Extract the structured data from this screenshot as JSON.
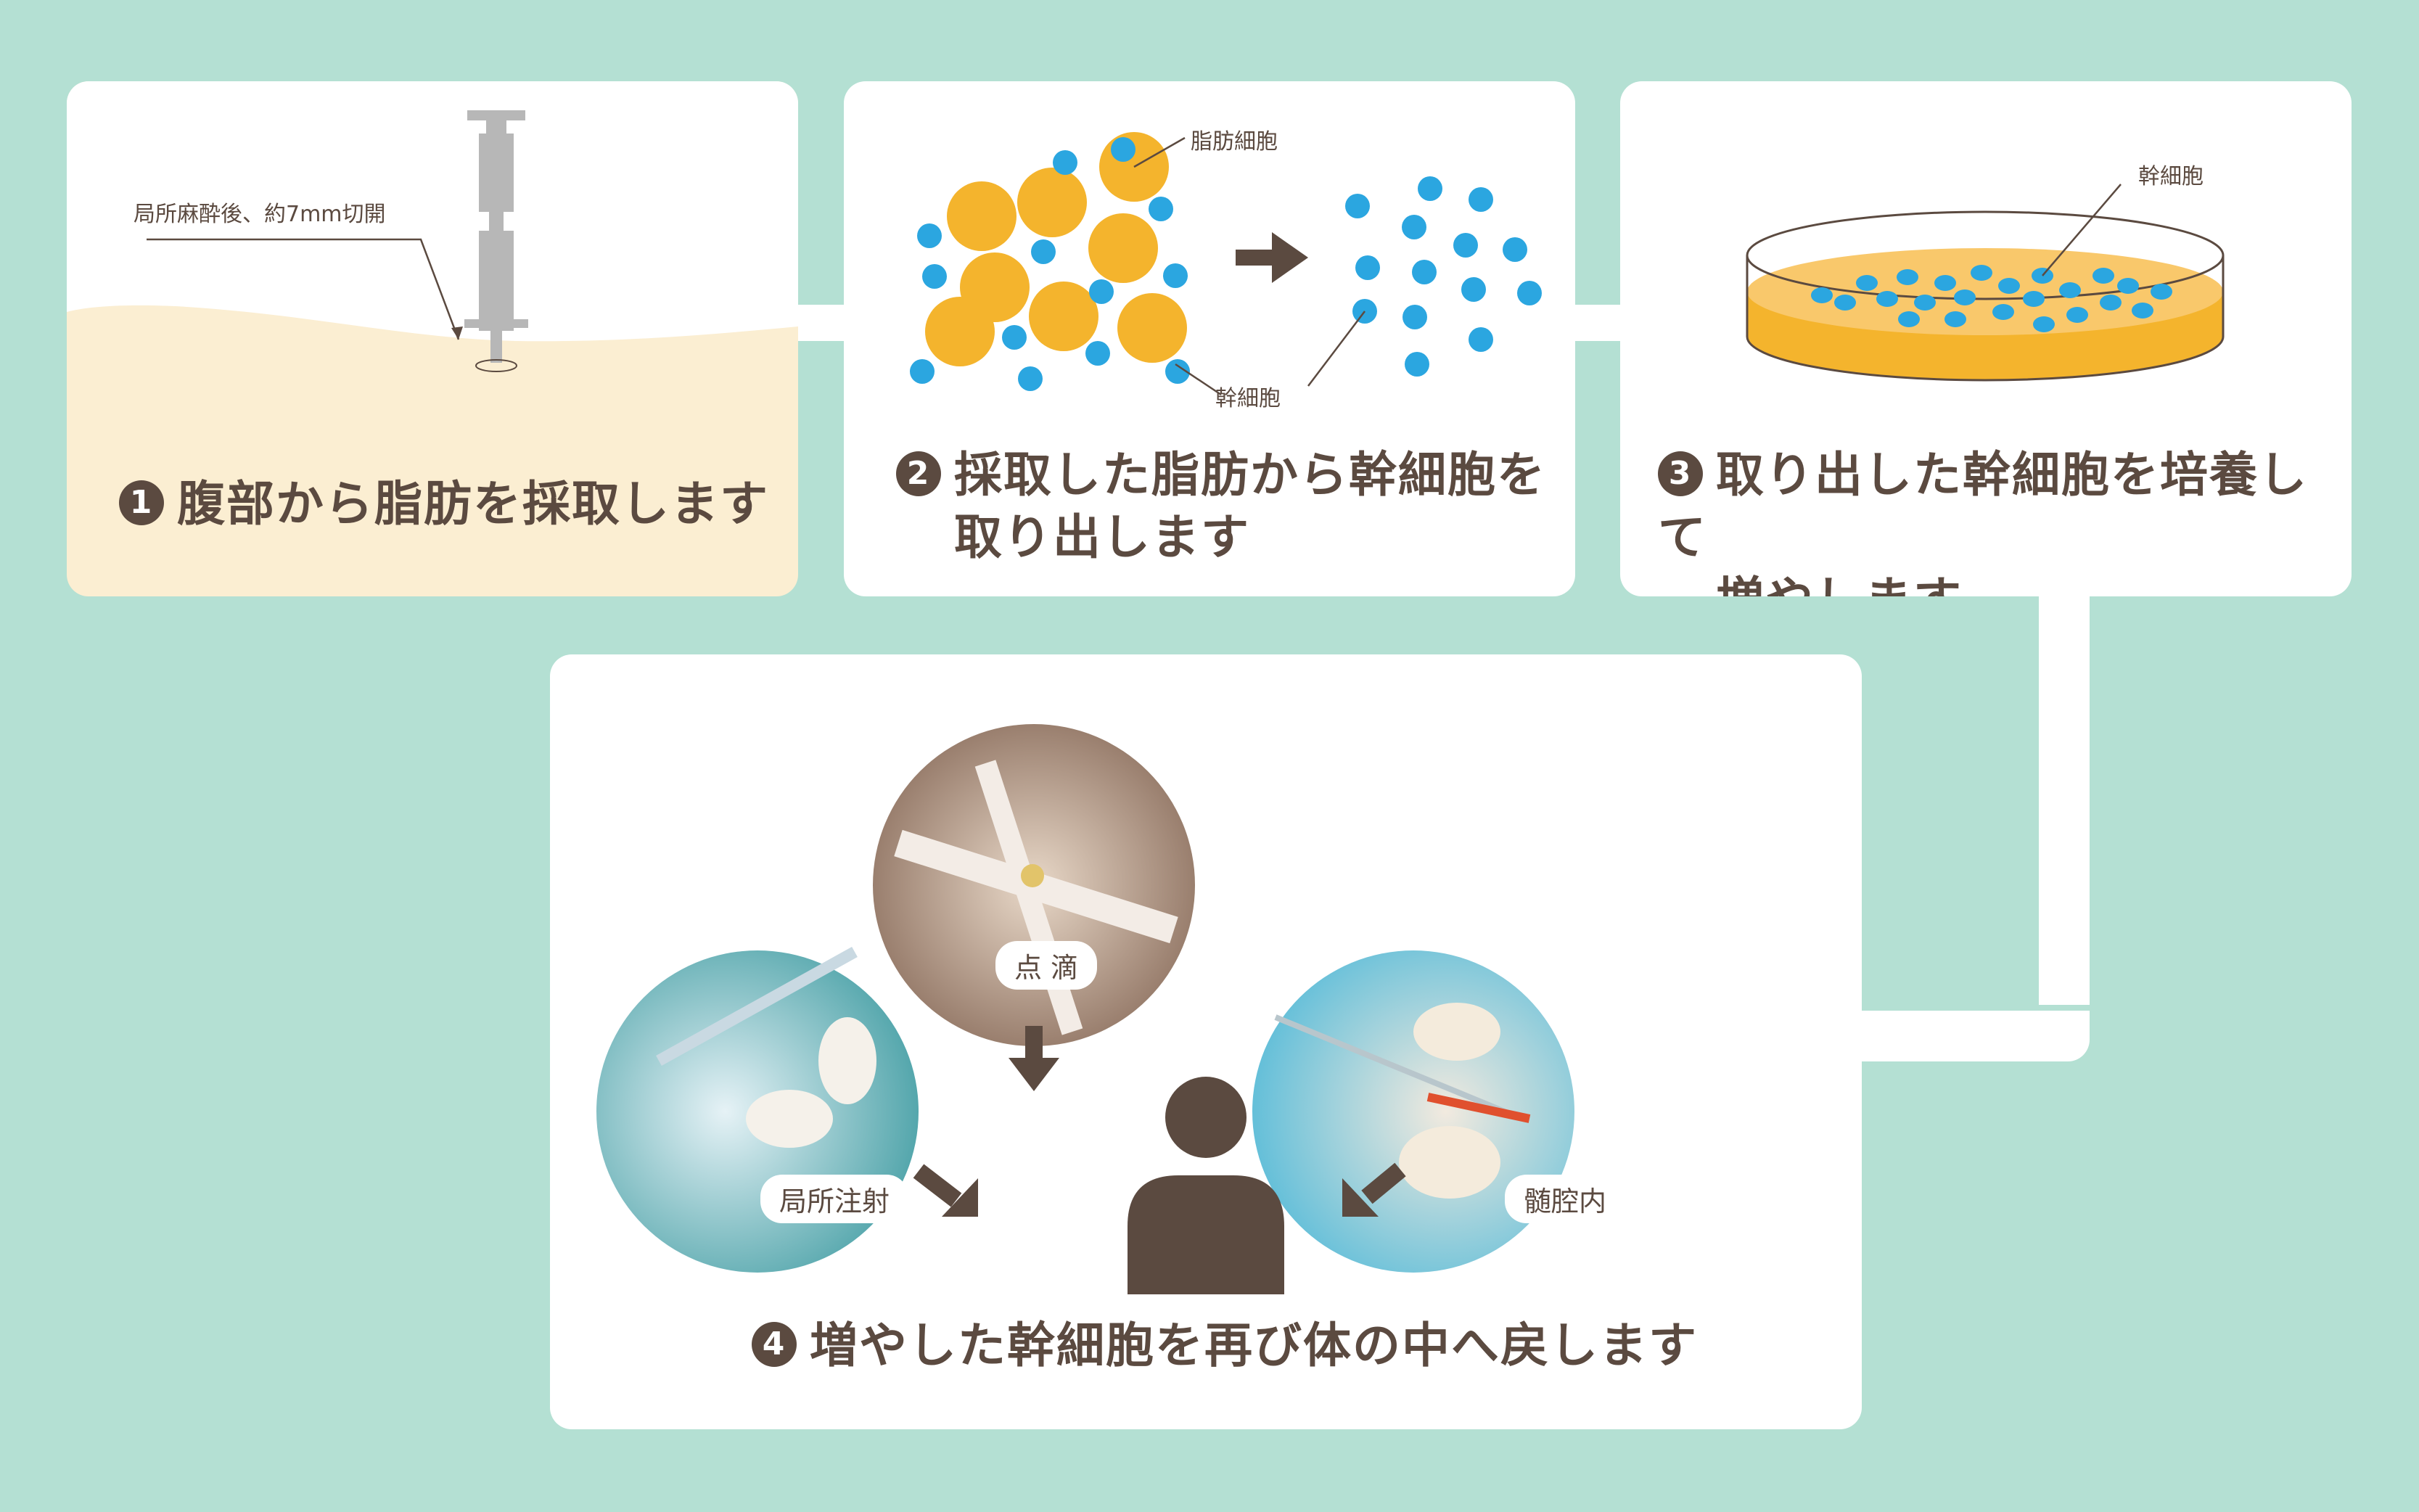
{
  "colors": {
    "background": "#b4e0d3",
    "card": "#ffffff",
    "skin_card": "#fbeed2",
    "text": "#5b4a40",
    "fat_cell": "#f4b42d",
    "stem_cell": "#2ba6e0",
    "syringe": "#b7b7b7"
  },
  "steps": [
    {
      "number": "1",
      "label": "腹部から脂肪を採取します",
      "annotation": "局所麻酔後、約7mm切開"
    },
    {
      "number": "2",
      "label_line1": "採取した脂肪から幹細胞を",
      "label_line2": "取り出します",
      "fat_cell_label": "脂肪細胞",
      "stem_cell_label": "幹細胞"
    },
    {
      "number": "3",
      "label_line1": "取り出した幹細胞を培養して",
      "label_line2": "増やします",
      "stem_cell_label": "幹細胞"
    },
    {
      "number": "4",
      "label": "増やした幹細胞を再び体の中へ戻します",
      "methods": [
        "局所注射",
        "点 滴",
        "髄腔内"
      ]
    }
  ],
  "icons": [
    "syringe-icon",
    "arrow-right-icon",
    "petri-dish-icon",
    "person-icon",
    "arrow-down-icon"
  ]
}
